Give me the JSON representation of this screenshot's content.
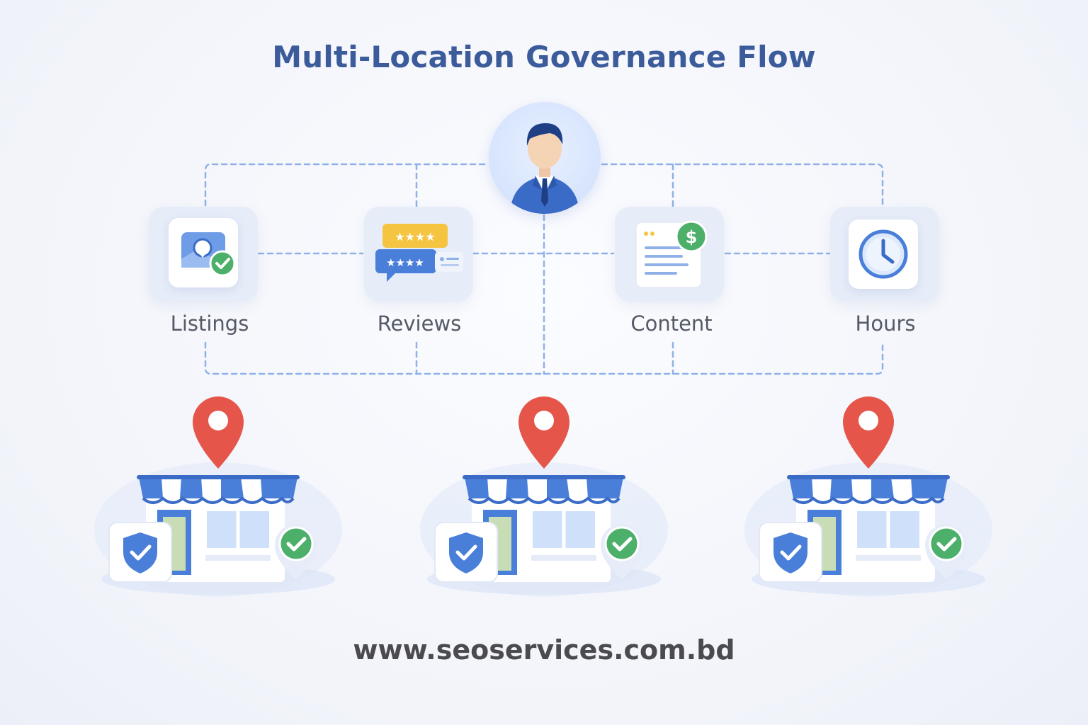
{
  "title": "Multi-Location Governance Flow",
  "nodes": [
    {
      "label": "Listings",
      "icon": "map-pin-check-icon"
    },
    {
      "label": "Reviews",
      "icon": "review-stars-icon"
    },
    {
      "label": "Content",
      "icon": "document-dollar-icon"
    },
    {
      "label": "Hours",
      "icon": "clock-icon"
    }
  ],
  "manager_icon": "manager-avatar-icon",
  "locations": [
    {
      "icons": [
        "location-pin-icon",
        "storefront-icon",
        "shield-check-icon",
        "check-badge-icon"
      ]
    },
    {
      "icons": [
        "location-pin-icon",
        "storefront-icon",
        "shield-check-icon",
        "check-badge-icon"
      ]
    },
    {
      "icons": [
        "location-pin-icon",
        "storefront-icon",
        "shield-check-icon",
        "check-badge-icon"
      ]
    }
  ],
  "footer": "www.seoservices.com.bd",
  "colors": {
    "title": "#3b5b9a",
    "accent_blue": "#4a7fd9",
    "pin_red": "#e5554a",
    "check_green": "#4caf6a",
    "star_yellow": "#f5c542",
    "dashed_line": "#8fb1e8"
  }
}
